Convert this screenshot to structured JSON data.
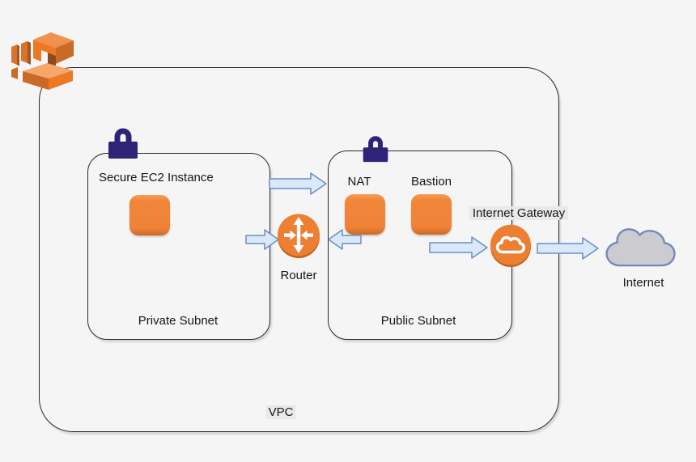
{
  "diagram": {
    "type": "aws-vpc-architecture",
    "vpc": {
      "label": "VPC"
    },
    "private_subnet": {
      "label": "Private Subnet",
      "ec2_label": "Secure EC2 Instance"
    },
    "public_subnet": {
      "label": "Public Subnet",
      "nat_label": "NAT",
      "bastion_label": "Bastion"
    },
    "router": {
      "label": "Router"
    },
    "internet_gateway": {
      "label": "Internet Gateway"
    },
    "internet": {
      "label": "Internet"
    },
    "icons": {
      "logo": "aws-vpc-cube-icon",
      "private_lock": "padlock-icon",
      "public_lock": "padlock-icon",
      "ec2": "ec2-instance-square-icon",
      "nat": "nat-instance-square-icon",
      "bastion": "bastion-instance-square-icon",
      "router": "router-circle-icon",
      "internet_gateway": "internet-gateway-cloud-circle-icon",
      "internet": "internet-cloud-icon"
    },
    "colors": {
      "background": "#f5f5f6",
      "node_orange": "#f0863b",
      "node_orange_dark": "#c2611a",
      "lock_navy": "#2d2377",
      "arrow_fill": "#dae8fc",
      "arrow_stroke": "#6c8ebf",
      "cloud_fill": "#cbcbd0",
      "cloud_stroke": "#7287b8",
      "outline": "#2a2a2a"
    }
  }
}
